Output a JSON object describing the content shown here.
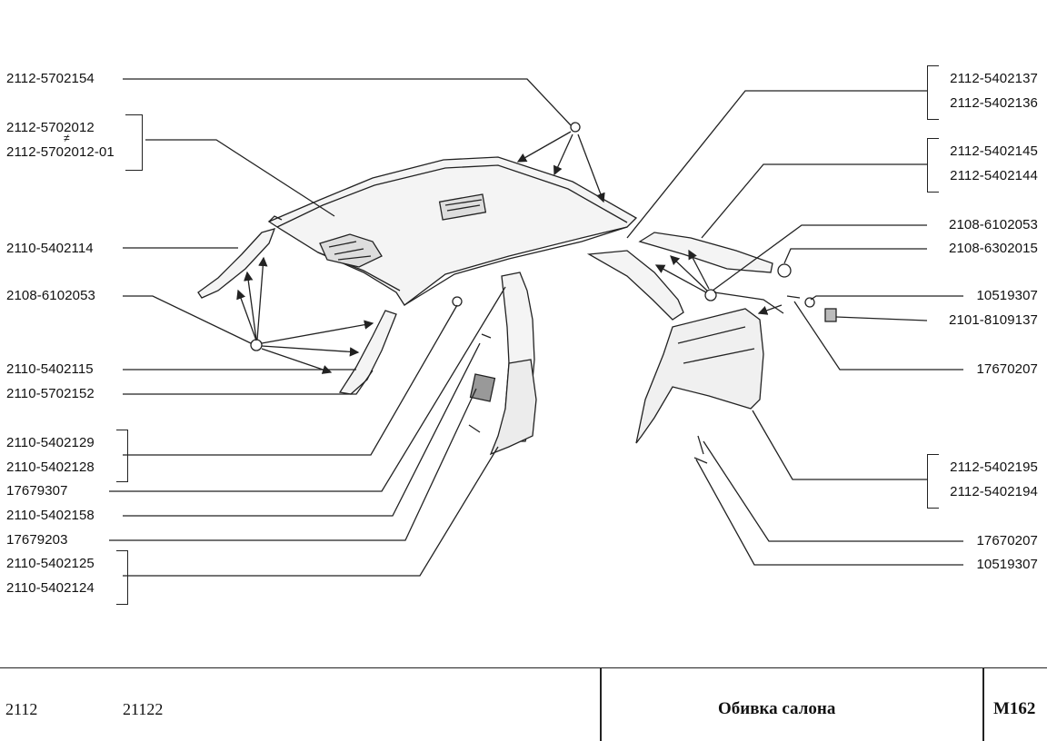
{
  "labels_left": [
    "2112-5702154",
    "2112-5702012",
    "2112-5702012-01",
    "2110-5402114",
    "2108-6102053",
    "2110-5402115",
    "2110-5702152",
    "2110-5402129",
    "2110-5402128",
    "17679307",
    "2110-5402158",
    "17679203",
    "2110-5402125",
    "2110-5402124"
  ],
  "labels_right": [
    "2112-5402137",
    "2112-5402136",
    "2112-5402145",
    "2112-5402144",
    "2108-6102053",
    "2108-6302015",
    "10519307",
    "2101-8109137",
    "17670207",
    "2112-5402195",
    "2112-5402194",
    "17670207",
    "10519307"
  ],
  "left_pair_symbol": "≠",
  "footer": {
    "model_1": "2112",
    "model_2": "21122",
    "title": "Обивка салона",
    "code": "M162"
  },
  "colors": {
    "line": "#222222",
    "background": "#ffffff"
  }
}
